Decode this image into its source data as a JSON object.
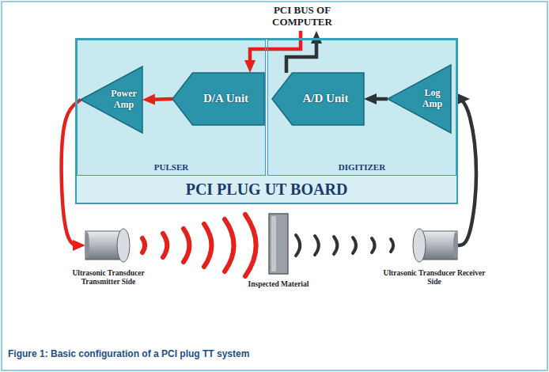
{
  "diagram": {
    "caption": "Figure 1: Basic configuration of a PCI plug TT system",
    "nodes": [
      {
        "text": [
          "PCI BUS OF COMPUTER"
        ]
      },
      {
        "text": [
          "PCI PLUG UT BOARD"
        ]
      },
      {
        "text": [
          "PULSER"
        ],
        "in": 1
      },
      {
        "text": [
          "DIGITIZER"
        ],
        "in": 1
      },
      {
        "text": [
          "Power Amp"
        ],
        "in": 2
      },
      {
        "text": [
          "D/A Unit"
        ],
        "in": 2
      },
      {
        "text": [
          "A/D Unit"
        ],
        "in": 3
      },
      {
        "text": [
          "Log Amp"
        ],
        "in": 3
      },
      {
        "text": [
          "Ultrasonic Transducer Transmitter Side"
        ]
      },
      {
        "text": [
          "Inspected Material"
        ]
      },
      {
        "text": [
          "Ultrasonic Transducer Receiver Side"
        ]
      }
    ],
    "edges": [
      {
        "from": 0,
        "to": 5,
        "arrow": "to"
      },
      {
        "from": 5,
        "to": 4,
        "arrow": "to"
      },
      {
        "from": 4,
        "to": 8,
        "arrow": "to"
      },
      {
        "from": 10,
        "to": 7,
        "arrow": "to"
      },
      {
        "from": 7,
        "to": 6,
        "arrow": "to"
      },
      {
        "from": 6,
        "to": 0,
        "arrow": "to"
      }
    ]
  }
}
